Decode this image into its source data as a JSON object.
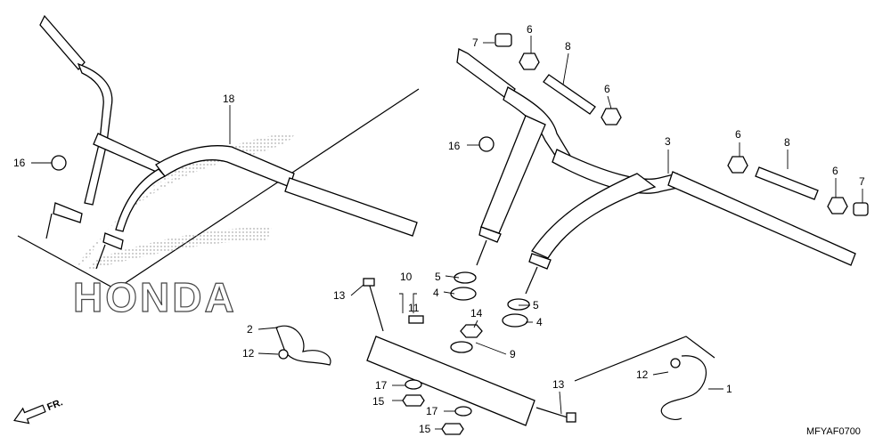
{
  "diagram_code": "MFYAF0700",
  "direction_label": "FR.",
  "brand_watermark": "HONDA",
  "callouts": {
    "c1": "1",
    "c2": "2",
    "c3": "3",
    "c4a": "4",
    "c4b": "4",
    "c5a": "5",
    "c5b": "5",
    "c6a": "6",
    "c6b": "6",
    "c6c": "6",
    "c6d": "6",
    "c7a": "7",
    "c7b": "7",
    "c8a": "8",
    "c8b": "8",
    "c9": "9",
    "c10": "10",
    "c11": "11",
    "c12a": "12",
    "c12b": "12",
    "c13a": "13",
    "c13b": "13",
    "c14": "14",
    "c15a": "15",
    "c15b": "15",
    "c16a": "16",
    "c16b": "16",
    "c17a": "17",
    "c17b": "17",
    "c18": "18"
  }
}
